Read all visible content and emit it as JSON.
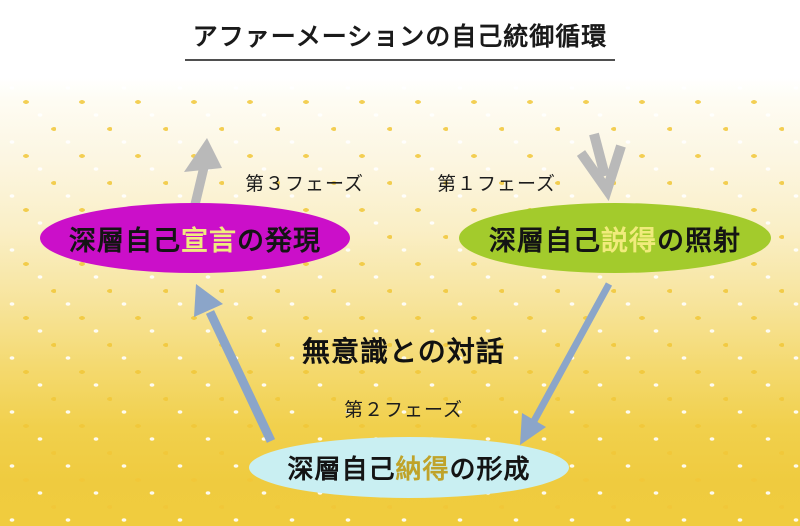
{
  "title": "アファーメーションの自己統御循環",
  "center_label": "無意識との対話",
  "phase_labels": {
    "phase1": "第１フェーズ",
    "phase2": "第２フェーズ",
    "phase3": "第３フェーズ"
  },
  "nodes": [
    {
      "id": "deep-self-declaration",
      "phase": "第３フェーズ",
      "prefix": "深層自己",
      "highlight": "宣言",
      "suffix": "の発現",
      "fill": "#cb0fc9",
      "highlight_color": "#f0ec7e",
      "text_color": "#141414"
    },
    {
      "id": "deep-self-persuasion",
      "phase": "第１フェーズ",
      "prefix": "深層自己",
      "highlight": "説得",
      "suffix": "の照射",
      "fill": "#a3cb2c",
      "highlight_color": "#f0eb7c",
      "text_color": "#141414"
    },
    {
      "id": "deep-self-consent",
      "phase": "第２フェーズ",
      "prefix": "深層自己",
      "highlight": "納得",
      "suffix": "の形成",
      "fill": "#c9eff2",
      "highlight_color": "#bfa32a",
      "text_color": "#141414"
    }
  ],
  "colors": {
    "gray_arrow": "#b9b9b9",
    "blue_arrow": "#8ba5c9",
    "background_gold": "#f0cc3e",
    "background_cream": "#fdf8ea",
    "title_text": "#1a1a1a"
  }
}
